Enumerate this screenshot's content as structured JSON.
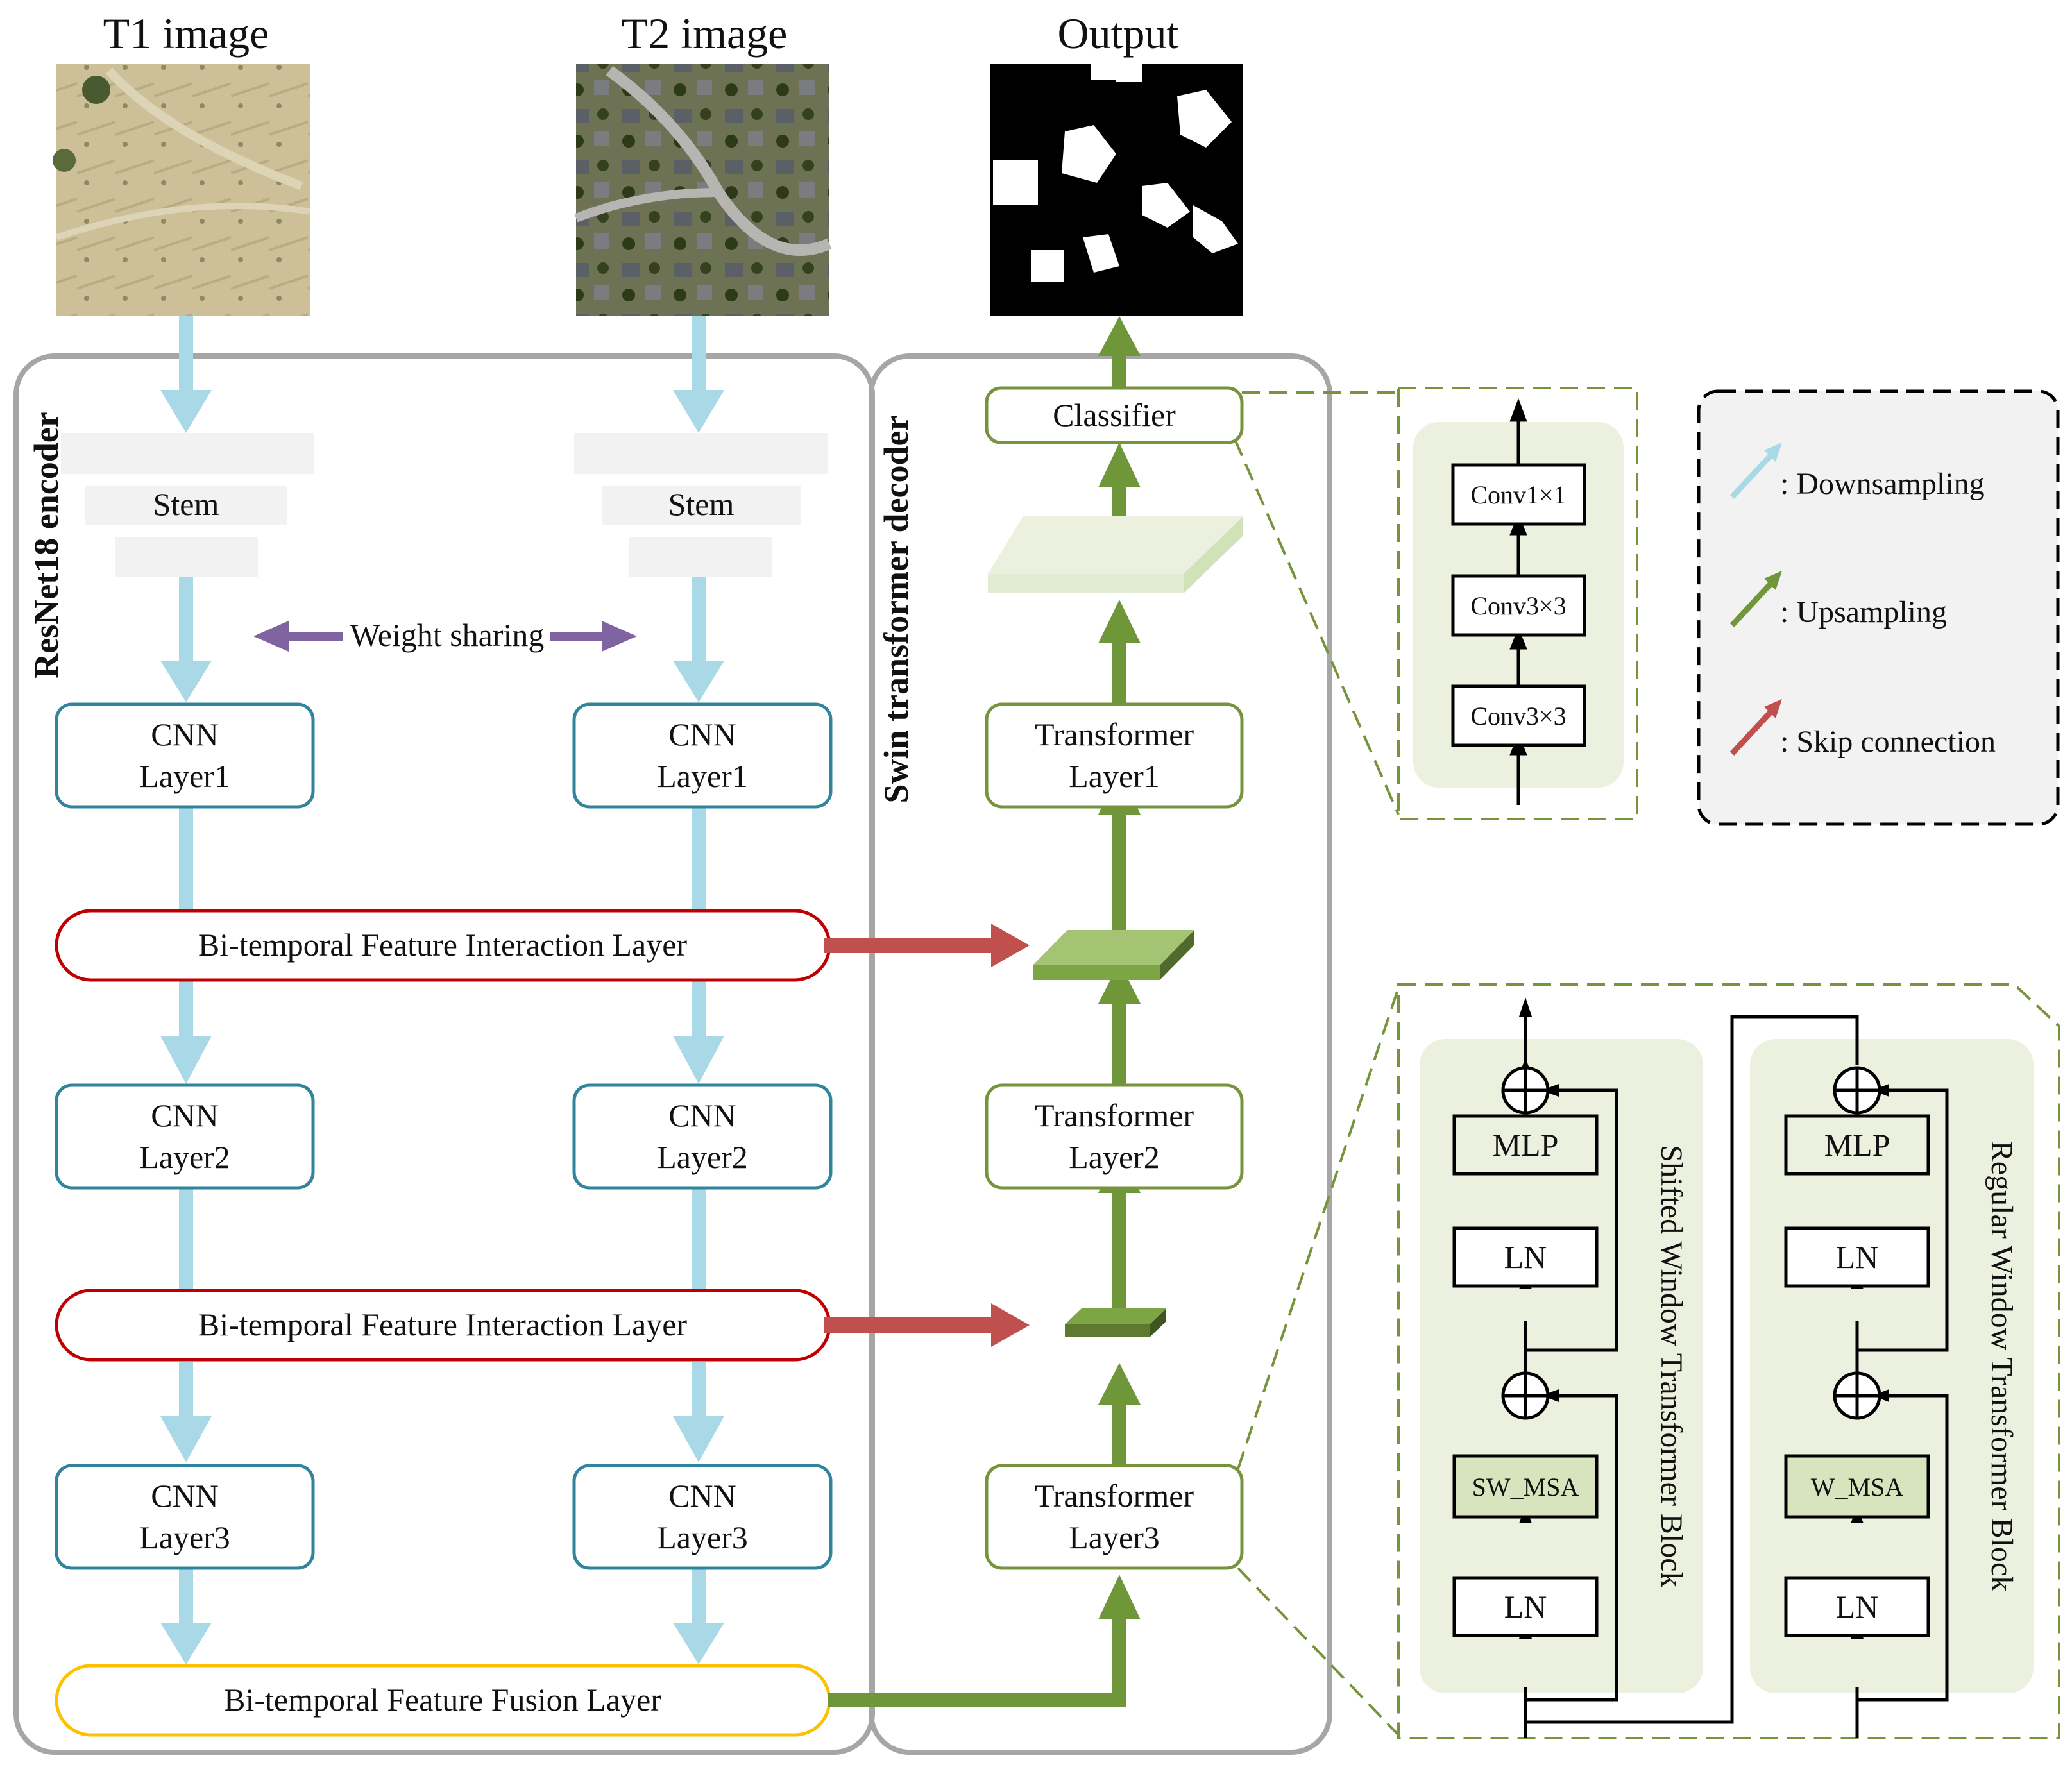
{
  "images": {
    "t1_title": "T1 image",
    "t2_title": "T2 image",
    "output_title": "Output"
  },
  "encoder": {
    "label": "ResNet18 encoder",
    "stem_label": "Stem",
    "weight_sharing": "Weight sharing",
    "cnn_layers": [
      {
        "line1": "CNN",
        "line2": "Layer1"
      },
      {
        "line1": "CNN",
        "line2": "Layer2"
      },
      {
        "line1": "CNN",
        "line2": "Layer3"
      }
    ],
    "interaction_layer": "Bi-temporal Feature Interaction Layer",
    "fusion_layer": "Bi-temporal Feature Fusion Layer"
  },
  "decoder": {
    "label": "Swin transformer decoder",
    "classifier": "Classifier",
    "transformer_layers": [
      {
        "line1": "Transformer",
        "line2": "Layer1"
      },
      {
        "line1": "Transformer",
        "line2": "Layer2"
      },
      {
        "line1": "Transformer",
        "line2": "Layer3"
      }
    ]
  },
  "classifier_detail": {
    "blocks": [
      "Conv1×1",
      "Conv3×3",
      "Conv3×3"
    ]
  },
  "legend": {
    "downsampling": ": Downsampling",
    "upsampling": ": Upsampling",
    "skip": ": Skip connection"
  },
  "swin_detail": {
    "shifted_title": "Shifted Window Transformer Block",
    "regular_title": "Regular Window Transformer Block",
    "mlp": "MLP",
    "ln": "LN",
    "sw_msa": "SW_MSA",
    "w_msa": "W_MSA"
  },
  "colors": {
    "downsampling": "#a9d9e6",
    "upsampling": "#6f9638",
    "skip": "#c0504d",
    "weight_sharing": "#8064a2",
    "cnn_border": "#31849b",
    "interaction_border": "#c00000",
    "fusion_border": "#ffc000",
    "transformer_border": "#77933c",
    "panel_border": "#a6a6a6",
    "detail_fill": "#ebf1de"
  }
}
